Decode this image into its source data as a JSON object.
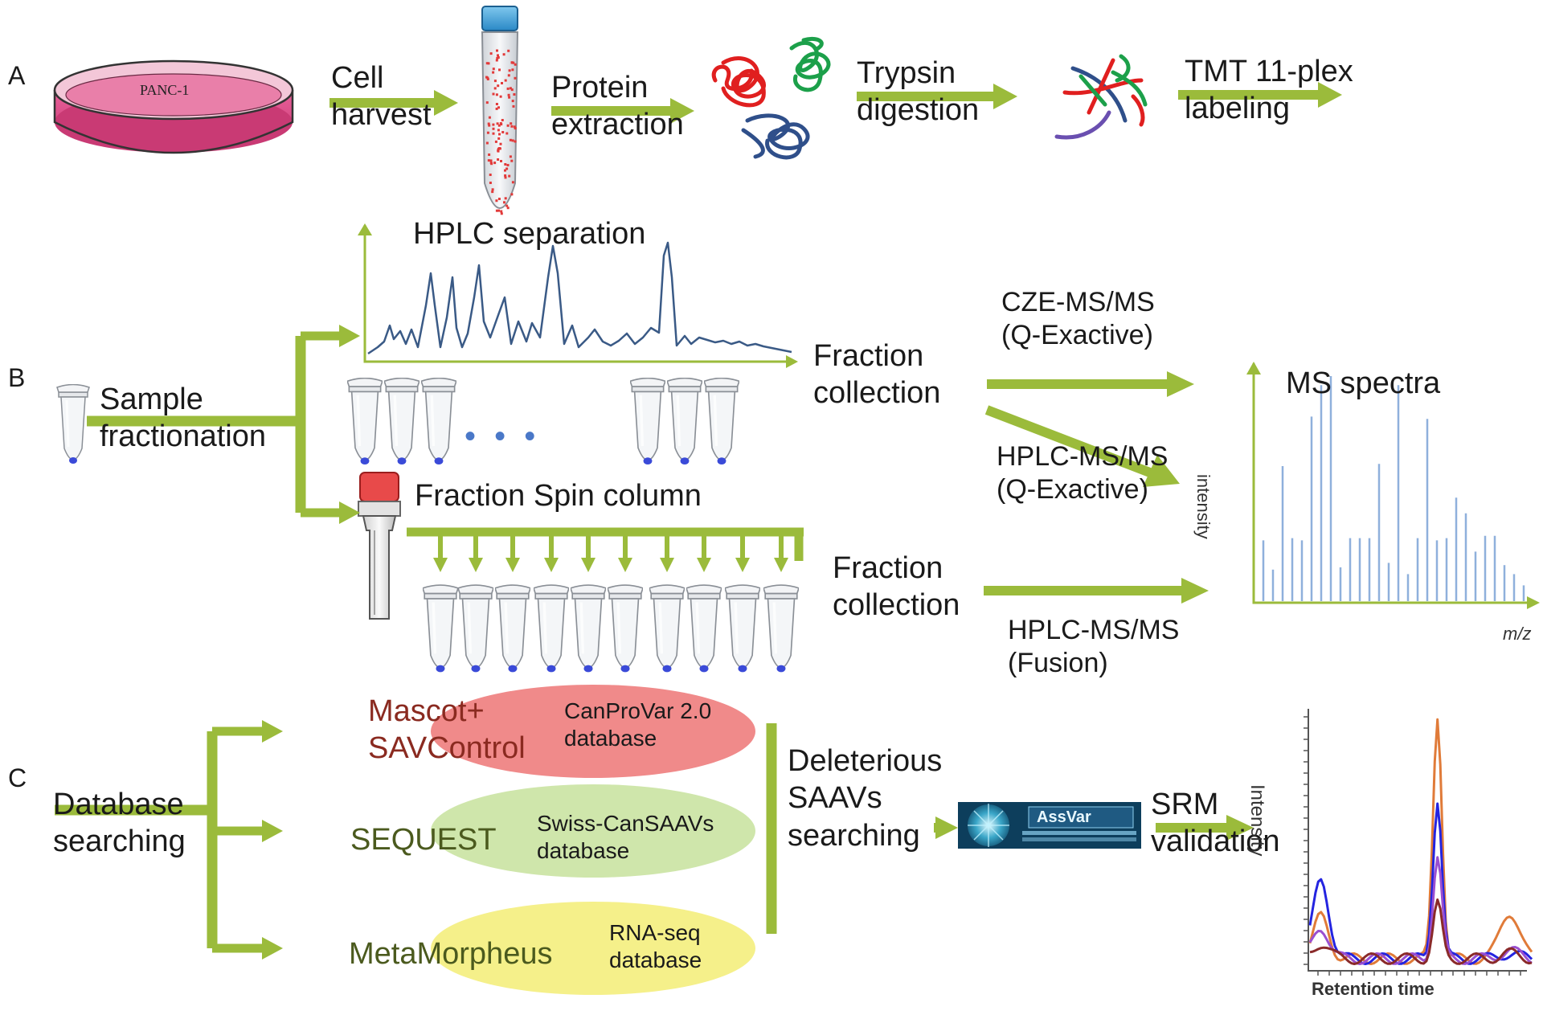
{
  "section_labels": {
    "a": "A",
    "b": "B",
    "c": "C"
  },
  "row_a": {
    "dish_label": "PANC-1",
    "step1": [
      "Cell",
      "harvest"
    ],
    "step2": [
      "Protein",
      "extraction"
    ],
    "step3": [
      "Trypsin",
      "digestion"
    ],
    "step4": [
      "TMT 11-plex",
      "labeling"
    ]
  },
  "row_b": {
    "hplc_title": "HPLC separation",
    "fractionation": [
      "Sample",
      "fractionation"
    ],
    "dots": "• • •",
    "fraction_collection_1": [
      "Fraction",
      "collection"
    ],
    "spin_column": "Fraction Spin column",
    "fraction_collection_2": [
      "Fraction",
      "collection"
    ],
    "cze": [
      "CZE-MS/MS",
      "(Q-Exactive)"
    ],
    "hplc_qe": [
      "HPLC-MS/MS",
      "(Q-Exactive)"
    ],
    "hplc_fusion": [
      "HPLC-MS/MS",
      "(Fusion)"
    ],
    "ms_spectra": "MS spectra",
    "intensity_axis": "intensity",
    "mz_axis": "m/z"
  },
  "row_c": {
    "database_searching": [
      "Database",
      "searching"
    ],
    "engines": [
      {
        "name": [
          "Mascot+",
          "SAVControl"
        ],
        "db": [
          "CanProVar  2.0",
          "database"
        ],
        "color": "#f08a8a"
      },
      {
        "name": [
          "SEQUEST"
        ],
        "db": [
          "Swiss-CanSAAVs",
          "database"
        ],
        "color": "#cfe6ab"
      },
      {
        "name": [
          "MetaMorpheus"
        ],
        "db": [
          "RNA-seq",
          "database"
        ],
        "color": "#f5f08a"
      }
    ],
    "deleterious": [
      "Deleterious",
      "SAAVs",
      "searching"
    ],
    "assvar_logo": "AssVar",
    "srm": [
      "SRM",
      "validation"
    ],
    "srm_y_axis": "Intensity",
    "srm_x_axis": "Retention time"
  },
  "colors": {
    "arrow": "#9bbb3b",
    "axis": "#9bbb3b",
    "hplc_trace": "#3a5a86",
    "ms_peaks": "#8fb0dc",
    "dish_fill": "#d9487e"
  },
  "icons": [
    "petri-dish-icon",
    "centrifuge-tube-icon",
    "protein-coil-icon",
    "peptide-fragments-icon",
    "microtube-icon",
    "spin-column-icon",
    "assvar-logo",
    "srm-chromatogram"
  ],
  "ms_spectrum": {
    "type": "bar",
    "peak_heights": [
      0.27,
      0.14,
      0.6,
      0.28,
      0.27,
      0.82,
      0.96,
      1.0,
      0.15,
      0.28,
      0.28,
      0.28,
      0.61,
      0.17,
      0.96,
      0.12,
      0.28,
      0.81,
      0.27,
      0.28,
      0.46,
      0.39,
      0.22,
      0.29,
      0.29,
      0.16,
      0.12,
      0.07
    ]
  },
  "srm_traces": [
    {
      "color": "#e07b39",
      "peak": 0.93
    },
    {
      "color": "#2424e0",
      "peak": 0.61
    },
    {
      "color": "#9a4fd0",
      "peak": 0.39
    },
    {
      "color": "#8a2a2a",
      "peak": 0.21
    }
  ]
}
